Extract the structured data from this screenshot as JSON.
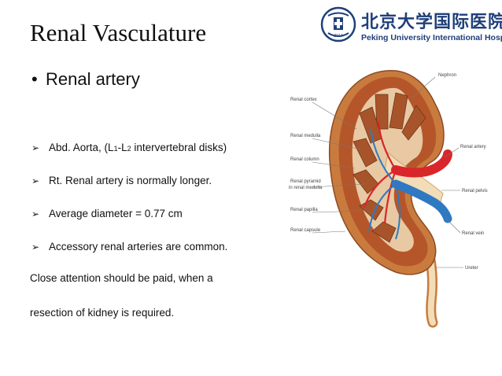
{
  "title": "Renal Vasculature",
  "logo": {
    "chinese_name": "北京大学国际医院",
    "english_name": "Peking University International Hospital",
    "seal_year": "2014"
  },
  "main_bullet": "Renal artery",
  "points": [
    {
      "text_before": "Abd. Aorta, (L",
      "sub1": "1",
      "text_mid": "-L",
      "sub2": "2",
      "text_after": " intervertebral disks)"
    },
    {
      "text": "Rt. Renal artery is normally longer."
    },
    {
      "text": "Average diameter = 0.77 cm"
    },
    {
      "text": "Accessory renal arteries are common."
    }
  ],
  "note_lines": [
    "Close attention should be paid, when a",
    "resection of kidney is required."
  ],
  "diagram_labels": {
    "nephron": "Nephron",
    "renal_cortex": "Renal cortex",
    "renal_medulla": "Renal medulla",
    "renal_column": "Renal column",
    "renal_pyramid_1": "Renal pyramid",
    "renal_pyramid_2": "in renal medulla",
    "renal_papilla": "Renal papilla",
    "renal_capsule": "Renal capsule",
    "renal_artery": "Renal artery",
    "renal_pelvis": "Renal pelvis",
    "renal_vein": "Renal vein",
    "ureter": "Ureter"
  },
  "colors": {
    "text": "#111111",
    "logo_blue": "#1f3f7a",
    "artery_red": "#d9262a",
    "vein_blue": "#2e79c2",
    "cortex_brown": "#b5562a",
    "pyramid_brown": "#a8542b",
    "capsule_tan": "#c97b3e"
  }
}
